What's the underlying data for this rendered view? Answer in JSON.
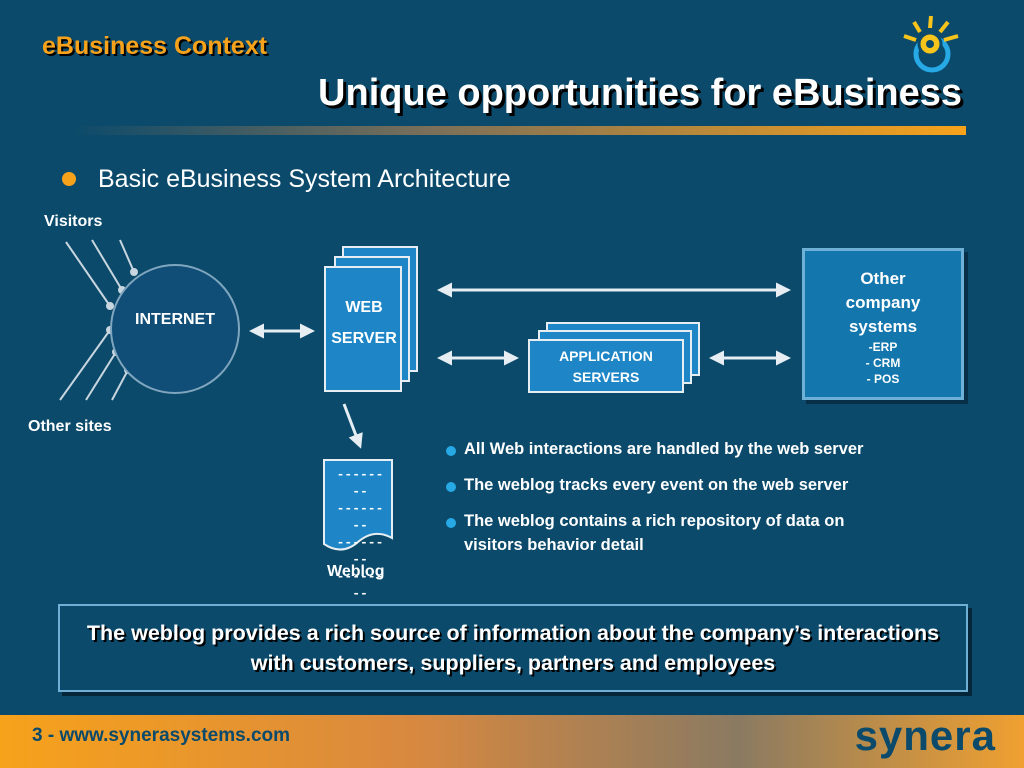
{
  "header": {
    "subtitle": "eBusiness Context",
    "title": "Unique opportunities for eBusiness"
  },
  "section": {
    "bullet": "Basic eBusiness System Architecture"
  },
  "diagram": {
    "visitors": "Visitors",
    "other_sites": "Other sites",
    "internet": "INTERNET",
    "web_server": [
      "WEB",
      "SERVER"
    ],
    "application_servers": [
      "APPLICATION",
      "SERVERS"
    ],
    "other_systems": {
      "title": [
        "Other",
        "company",
        "systems"
      ],
      "items": [
        "-ERP",
        "- CRM",
        "- POS"
      ]
    },
    "weblog": {
      "label": "Weblog",
      "lines": [
        "--------",
        "--------",
        "--------",
        "--------"
      ]
    }
  },
  "notes": [
    "All Web interactions are handled by the web server",
    "The weblog tracks every event on the web server",
    "The weblog contains a rich repository of data on",
    "visitors behavior detail"
  ],
  "callout": "The weblog provides a rich source of information about the company’s interactions with customers, suppliers, partners and employees",
  "footer": {
    "text": "3  - www.synerasystems.com",
    "brand": "synera"
  },
  "colors": {
    "background": "#0b4a6b",
    "accent": "#f7a21b",
    "node": "#1e86c6"
  }
}
